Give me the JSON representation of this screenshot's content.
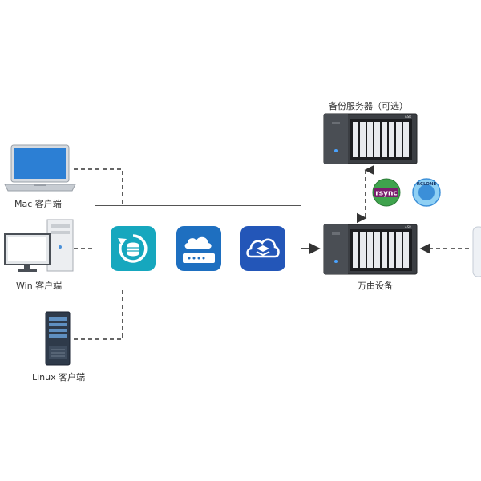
{
  "clients": {
    "mac_label": "Mac 客户端",
    "win_label": "Win 客户端",
    "linux_label": "Linux 客户端"
  },
  "servers": {
    "backup_label": "备份服务器（可选）",
    "main_label": "万由设备",
    "nas_brand": "ASR"
  },
  "badges": {
    "rsync": "rsync",
    "rclone": "RCLONE"
  },
  "colors": {
    "line": "#333333",
    "app_teal": "#16a7be",
    "app_blue": "#1e6fc0",
    "app_navy": "#2356b8",
    "rsync_green": "#3fa34d",
    "rclone_blue": "#3b8fd8"
  },
  "icons": [
    "laptop-icon",
    "desktop-icon",
    "server-tower-icon",
    "sync-database-icon",
    "cloud-storage-icon",
    "cloud-layers-icon",
    "nas-icon"
  ]
}
